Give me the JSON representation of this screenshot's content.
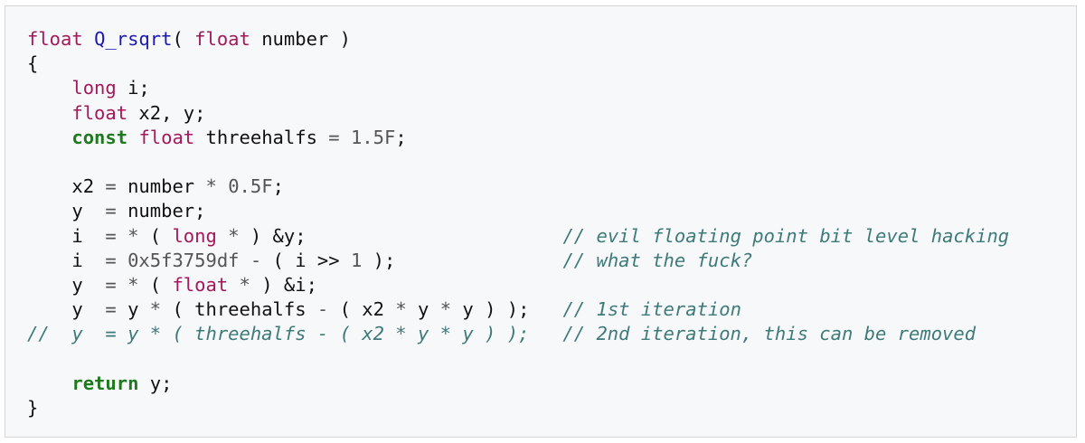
{
  "code": {
    "lines": [
      {
        "tokens": [
          {
            "t": "kw",
            "v": "float"
          },
          {
            "t": "plain",
            "v": " "
          },
          {
            "t": "fn",
            "v": "Q_rsqrt"
          },
          {
            "t": "plain",
            "v": "( "
          },
          {
            "t": "kw",
            "v": "float"
          },
          {
            "t": "plain",
            "v": " number )"
          }
        ]
      },
      {
        "tokens": [
          {
            "t": "plain",
            "v": "{"
          }
        ]
      },
      {
        "tokens": [
          {
            "t": "plain",
            "v": "    "
          },
          {
            "t": "kw",
            "v": "long"
          },
          {
            "t": "plain",
            "v": " i;"
          }
        ]
      },
      {
        "tokens": [
          {
            "t": "plain",
            "v": "    "
          },
          {
            "t": "kw",
            "v": "float"
          },
          {
            "t": "plain",
            "v": " x2, y;"
          }
        ]
      },
      {
        "tokens": [
          {
            "t": "plain",
            "v": "    "
          },
          {
            "t": "kwb",
            "v": "const"
          },
          {
            "t": "plain",
            "v": " "
          },
          {
            "t": "kw",
            "v": "float"
          },
          {
            "t": "plain",
            "v": " threehalfs "
          },
          {
            "t": "op",
            "v": "="
          },
          {
            "t": "plain",
            "v": " "
          },
          {
            "t": "num",
            "v": "1.5F"
          },
          {
            "t": "plain",
            "v": ";"
          }
        ]
      },
      {
        "tokens": []
      },
      {
        "tokens": [
          {
            "t": "plain",
            "v": "    x2 "
          },
          {
            "t": "op",
            "v": "="
          },
          {
            "t": "plain",
            "v": " number "
          },
          {
            "t": "op",
            "v": "*"
          },
          {
            "t": "plain",
            "v": " "
          },
          {
            "t": "num",
            "v": "0.5F"
          },
          {
            "t": "plain",
            "v": ";"
          }
        ]
      },
      {
        "tokens": [
          {
            "t": "plain",
            "v": "    y  "
          },
          {
            "t": "op",
            "v": "="
          },
          {
            "t": "plain",
            "v": " number;"
          }
        ]
      },
      {
        "tokens": [
          {
            "t": "plain",
            "v": "    i  "
          },
          {
            "t": "op",
            "v": "="
          },
          {
            "t": "plain",
            "v": " "
          },
          {
            "t": "op",
            "v": "*"
          },
          {
            "t": "plain",
            "v": " ( "
          },
          {
            "t": "kw",
            "v": "long"
          },
          {
            "t": "plain",
            "v": " "
          },
          {
            "t": "op",
            "v": "*"
          },
          {
            "t": "plain",
            "v": " ) &y;                       "
          },
          {
            "t": "comment",
            "v": "// evil floating point bit level hacking"
          }
        ]
      },
      {
        "tokens": [
          {
            "t": "plain",
            "v": "    i  "
          },
          {
            "t": "op",
            "v": "="
          },
          {
            "t": "plain",
            "v": " "
          },
          {
            "t": "num",
            "v": "0x5f3759df"
          },
          {
            "t": "plain",
            "v": " "
          },
          {
            "t": "op",
            "v": "-"
          },
          {
            "t": "plain",
            "v": " ( i >> "
          },
          {
            "t": "num",
            "v": "1"
          },
          {
            "t": "plain",
            "v": " );               "
          },
          {
            "t": "comment",
            "v": "// what the fuck?"
          }
        ]
      },
      {
        "tokens": [
          {
            "t": "plain",
            "v": "    y  "
          },
          {
            "t": "op",
            "v": "="
          },
          {
            "t": "plain",
            "v": " "
          },
          {
            "t": "op",
            "v": "*"
          },
          {
            "t": "plain",
            "v": " ( "
          },
          {
            "t": "kw",
            "v": "float"
          },
          {
            "t": "plain",
            "v": " "
          },
          {
            "t": "op",
            "v": "*"
          },
          {
            "t": "plain",
            "v": " ) &i;"
          }
        ]
      },
      {
        "tokens": [
          {
            "t": "plain",
            "v": "    y  "
          },
          {
            "t": "op",
            "v": "="
          },
          {
            "t": "plain",
            "v": " y "
          },
          {
            "t": "op",
            "v": "*"
          },
          {
            "t": "plain",
            "v": " ( threehalfs "
          },
          {
            "t": "op",
            "v": "-"
          },
          {
            "t": "plain",
            "v": " ( x2 "
          },
          {
            "t": "op",
            "v": "*"
          },
          {
            "t": "plain",
            "v": " y "
          },
          {
            "t": "op",
            "v": "*"
          },
          {
            "t": "plain",
            "v": " y ) );   "
          },
          {
            "t": "comment",
            "v": "// 1st iteration"
          }
        ]
      },
      {
        "tokens": [
          {
            "t": "comment",
            "v": "//  y  = y * ( threehalfs - ( x2 * y * y ) );   // 2nd iteration, this can be removed"
          }
        ]
      },
      {
        "tokens": []
      },
      {
        "tokens": [
          {
            "t": "plain",
            "v": "    "
          },
          {
            "t": "kwb",
            "v": "return"
          },
          {
            "t": "plain",
            "v": " y;"
          }
        ]
      },
      {
        "tokens": [
          {
            "t": "plain",
            "v": "}"
          }
        ]
      }
    ]
  },
  "colors": {
    "panel_background": "#f6f8fa",
    "panel_border": "#d6d6d6",
    "text": "#111111",
    "keyword": "#a3195b",
    "keyword_bold": "#1f7a1f",
    "function_name": "#1a1ab0",
    "number": "#555555",
    "comment": "#3f7a7a"
  }
}
